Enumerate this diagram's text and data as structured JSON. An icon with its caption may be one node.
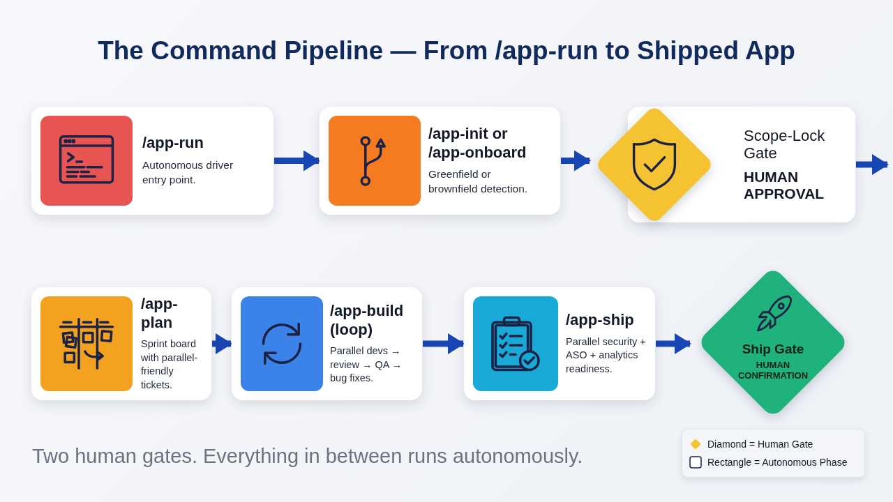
{
  "diagram": {
    "title": "The Command Pipeline — From /app-run to Shipped App",
    "caption": "Two human gates. Everything in between runs autonomously.",
    "nodes": [
      {
        "text": [
          "/app-run",
          "Autonomous driver entry point."
        ]
      },
      {
        "text": [
          "/app-init or /app-onboard",
          "Greenfield or brownfield detection."
        ]
      },
      {
        "text": [
          "Scope-Lock Gate",
          "HUMAN APPROVAL"
        ]
      },
      {
        "text": [
          "/app-plan",
          "Sprint board with parallel-friendly tickets."
        ]
      },
      {
        "text": [
          "/app-build (loop)",
          "Parallel devs → review → QA → bug fixes."
        ]
      },
      {
        "text": [
          "/app-ship",
          "Parallel security + ASO + analytics readiness."
        ]
      },
      {
        "text": [
          "Ship Gate",
          "HUMAN CONFIRMATION"
        ]
      }
    ],
    "edges": [
      {
        "from": 0,
        "to": 1,
        "arrow": "to"
      },
      {
        "from": 1,
        "to": 2,
        "arrow": "to"
      },
      {
        "from": 2,
        "to": null,
        "arrow": "to"
      },
      {
        "from": 3,
        "to": 4,
        "arrow": "to"
      },
      {
        "from": 4,
        "to": 5,
        "arrow": "to"
      },
      {
        "from": 5,
        "to": 6,
        "arrow": "to"
      }
    ],
    "legend": [
      {
        "text": "Diamond = Human Gate",
        "color": "#f5c232"
      },
      {
        "text": "Rectangle = Autonomous Phase"
      }
    ]
  }
}
